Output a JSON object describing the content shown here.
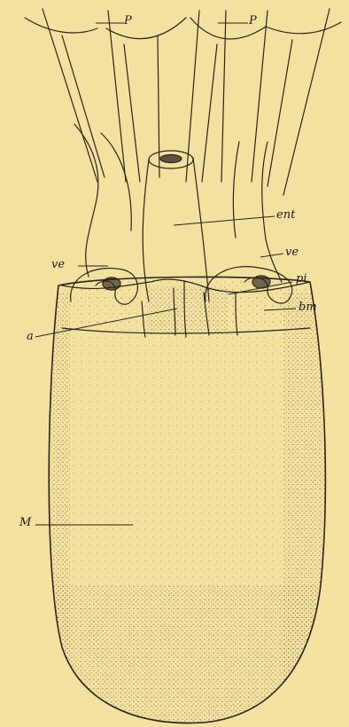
{
  "figure": {
    "labels": {
      "p_left": "P",
      "p_right": "P",
      "ent": "ent",
      "ve_left": "ve",
      "ve_right": "ve",
      "pi": "pi",
      "a": "a",
      "bm": "bm",
      "M": "M"
    },
    "colors": {
      "paper": "#f3e1a0",
      "ink": "#2a241a"
    }
  }
}
